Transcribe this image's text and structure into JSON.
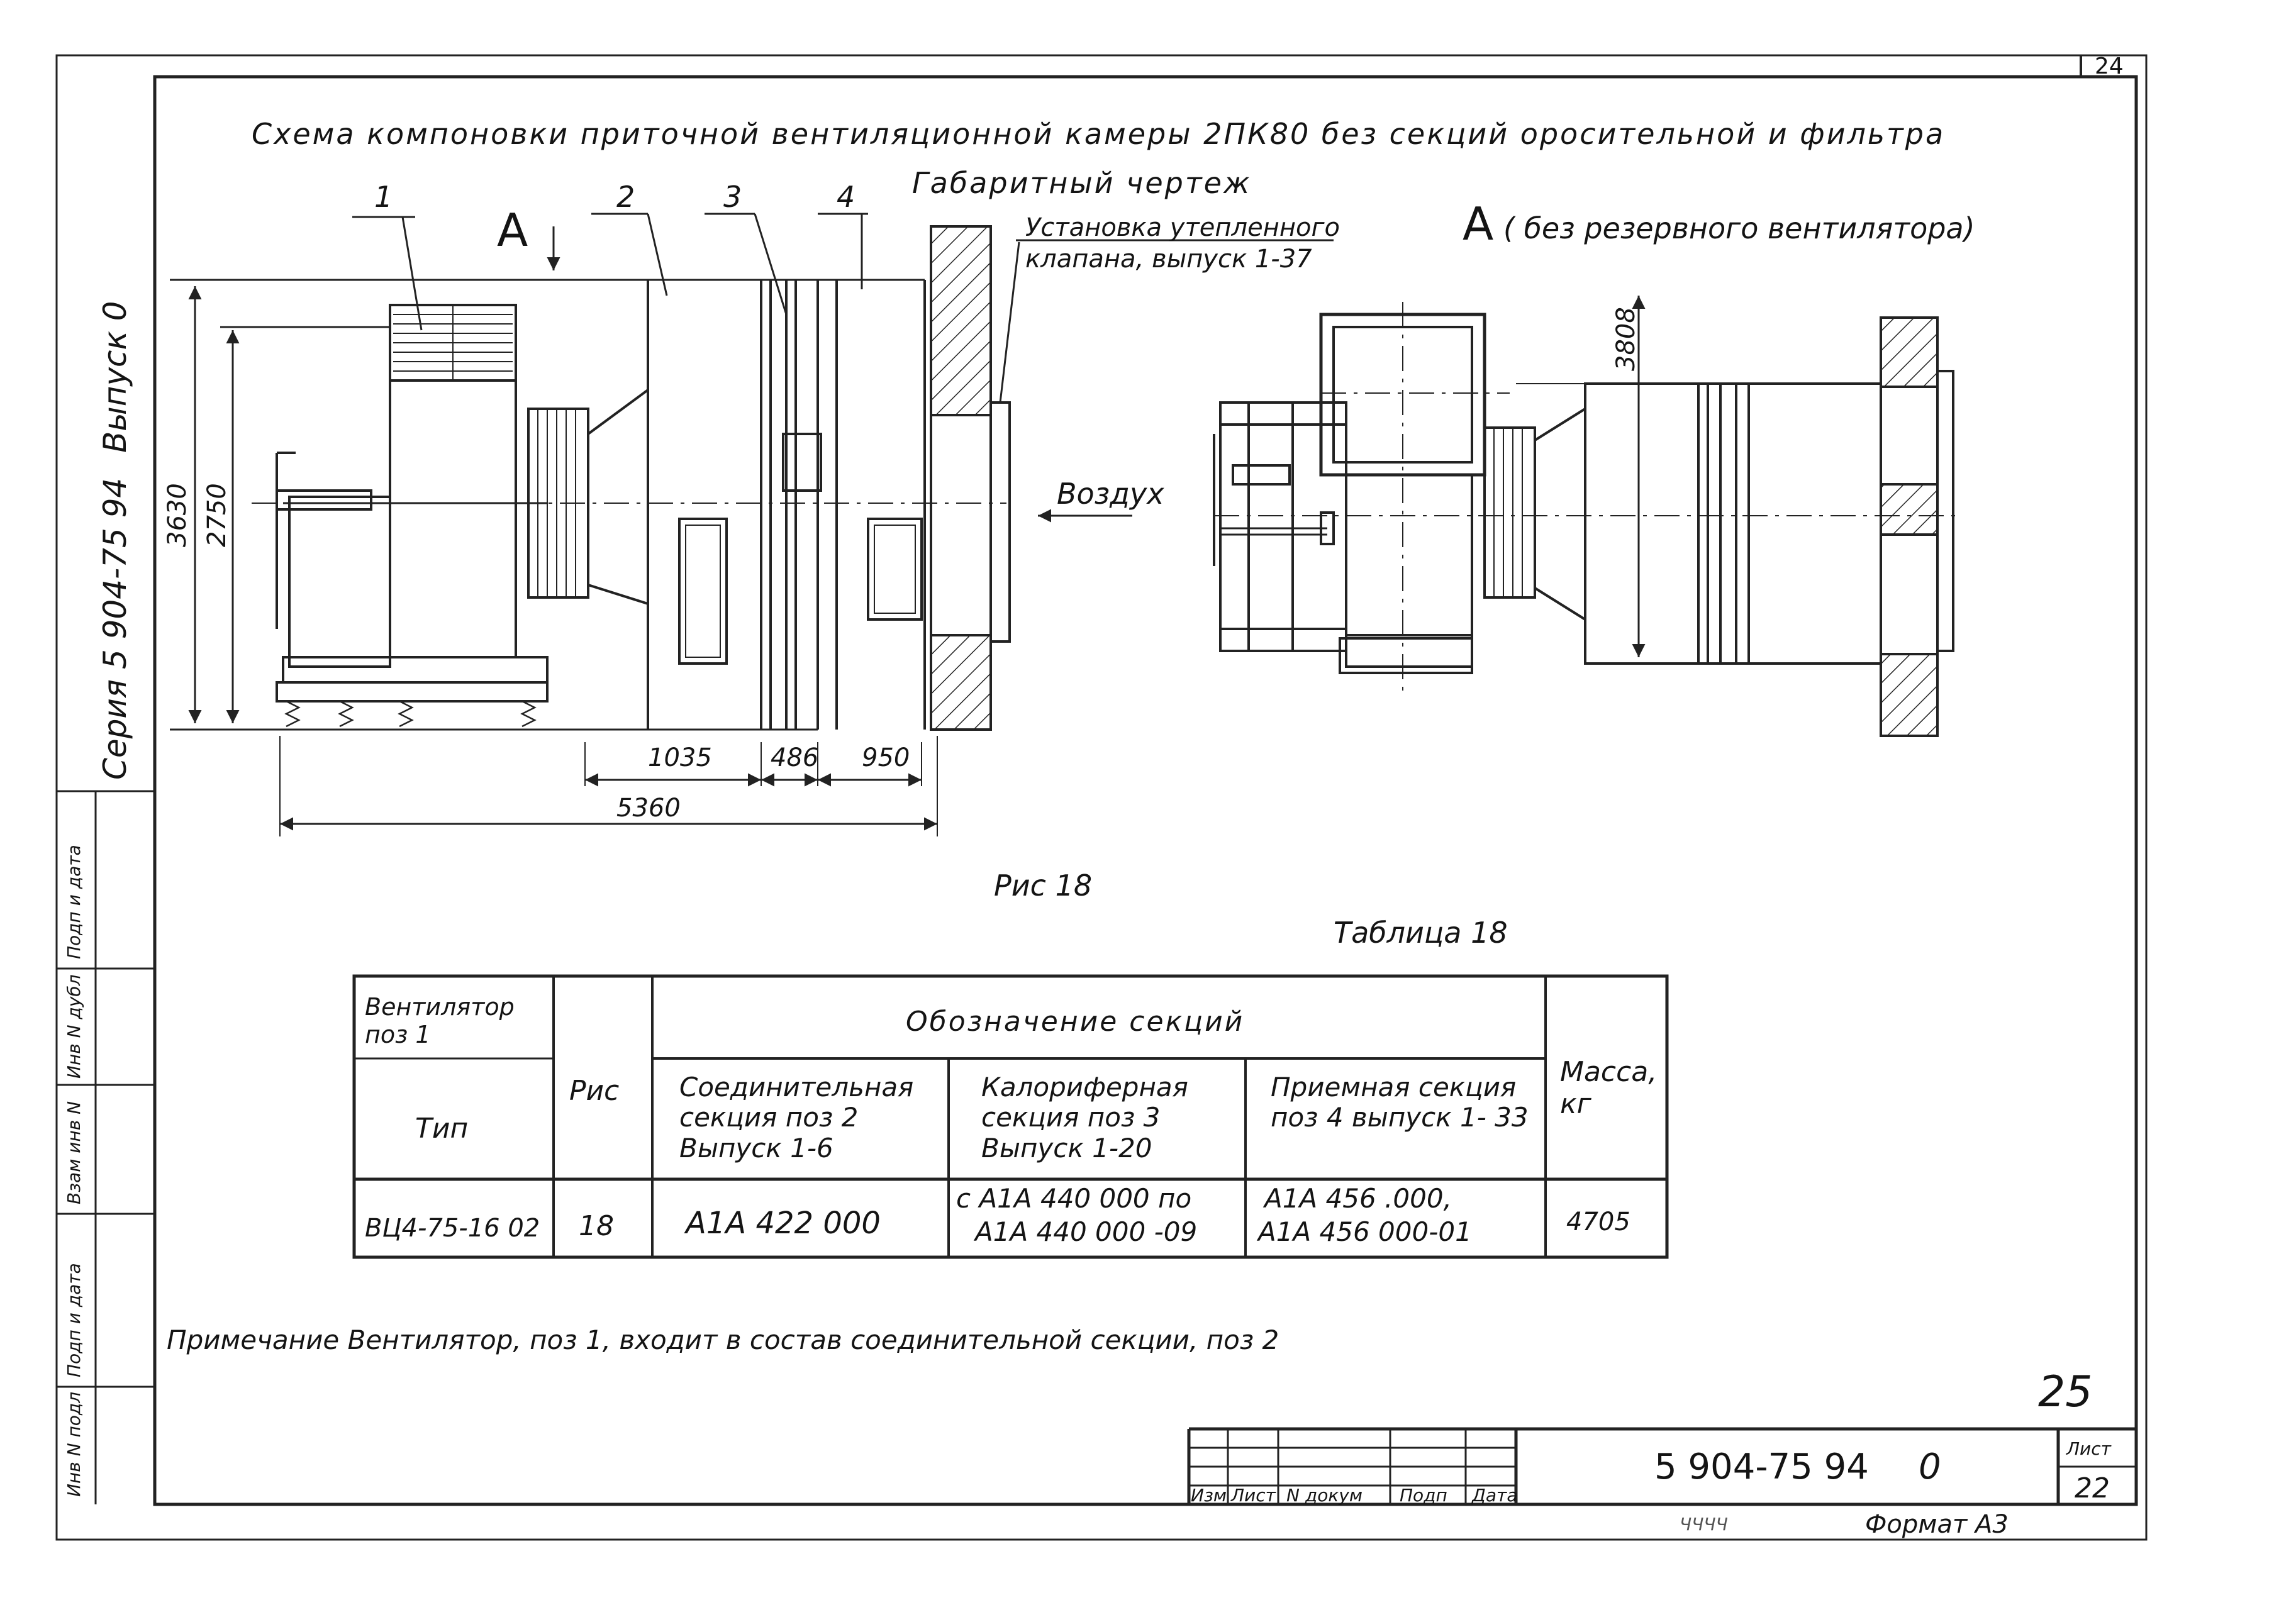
{
  "sheet_number_top": "24",
  "title": "Схема компоновки приточной вентиляционной камеры 2ПК80 без секций оросительной и фильтра",
  "subtitle": "Габаритный чертеж",
  "side_label": {
    "series": "Серия 5 904-75 94",
    "issue": "Выпуск 0"
  },
  "left_drawing": {
    "view_label": "A",
    "positions": [
      "1",
      "2",
      "3",
      "4"
    ],
    "callout_line1": "Установка утепленного",
    "callout_line2": "клапана, выпуск 1-37",
    "air_label": "Воздух",
    "dims": {
      "height_total": "3630",
      "height_inner": "2750",
      "d1035": "1035",
      "d486": "486",
      "d950": "950",
      "d5360": "5360"
    }
  },
  "right_drawing": {
    "view_label": "A",
    "view_note": "( без резервного вентилятора)",
    "dim_3808": "3808"
  },
  "figure_caption": "Рис 18",
  "table_caption": "Таблица 18",
  "table": {
    "col_fan_header": "Вентилятор поз 1",
    "col_fan_type": "Тип",
    "col_fig": "Рис",
    "col_group": "Обозначение секций",
    "col_s2": "Соединительная секция поз 2 Выпуск 1-6",
    "col_s3": "Калориферная секция поз 3 Выпуск 1-20",
    "col_s4": "Приемная секция поз 4 выпуск 1- 33",
    "col_mass": "Масса, кг",
    "row": {
      "fan": "ВЦ4-75-16 02",
      "fig": "18",
      "s2": "А1А 422 000",
      "s3_line1": "с А1А 440 000 по",
      "s3_line2": "А1А 440 000 -09",
      "s4_line1": "А1А 456 .000,",
      "s4_line2": "А1А 456 000-01",
      "mass": "4705"
    }
  },
  "note": "Примечание Вентилятор, поз 1, входит в состав соединительной секции, поз 2",
  "page_number_hand": "25",
  "title_block": {
    "doc_number": "5 904-75 94",
    "issue": "0",
    "sheet_label": "Лист",
    "sheet_value": "22",
    "format": "Формат А3",
    "stamp_marks": "ЧЧЧЧ",
    "headers": [
      "Изм",
      "Лист",
      "N докум",
      "Подп",
      "Дата"
    ]
  },
  "left_strip": [
    "Инв N подл",
    "Подп и дата",
    "Взам инв N",
    "Инв N дубл",
    "Подп и дата"
  ]
}
